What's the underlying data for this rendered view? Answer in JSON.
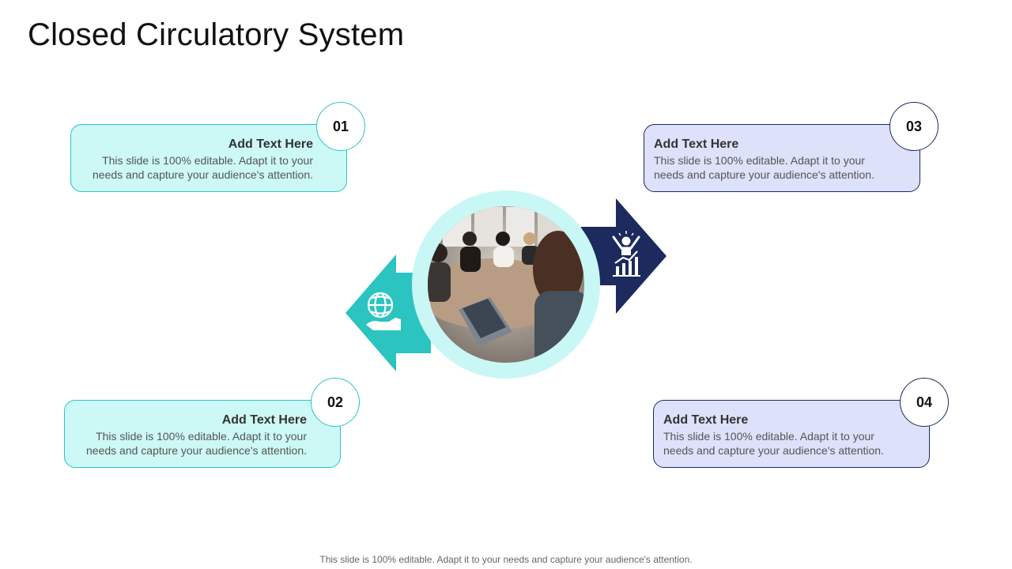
{
  "title": "Closed Circulatory System",
  "colors": {
    "teal": "#2bc4c0",
    "teal_light": "#ccf8f5",
    "navy": "#1c2a5e",
    "lavender": "#dde1fa",
    "ring": "#c9f7f5"
  },
  "cards": [
    {
      "number": "01",
      "heading": "Add Text Here",
      "body": "This slide is 100% editable. Adapt it to your needs and capture your audience's attention."
    },
    {
      "number": "02",
      "heading": "Add Text Here",
      "body": "This slide is 100% editable. Adapt it to your needs and capture your audience's attention."
    },
    {
      "number": "03",
      "heading": "Add Text Here",
      "body": "This slide is 100% editable. Adapt it to your needs and capture your audience's attention."
    },
    {
      "number": "04",
      "heading": "Add Text Here",
      "body": "This slide is 100% editable. Adapt it to your needs and capture your audience's attention."
    }
  ],
  "icons": {
    "left_arrow": "globe-in-hand-icon",
    "right_arrow": "person-growth-chart-icon"
  },
  "footer": "This slide is 100% editable. Adapt it to your needs and capture your audience's attention."
}
